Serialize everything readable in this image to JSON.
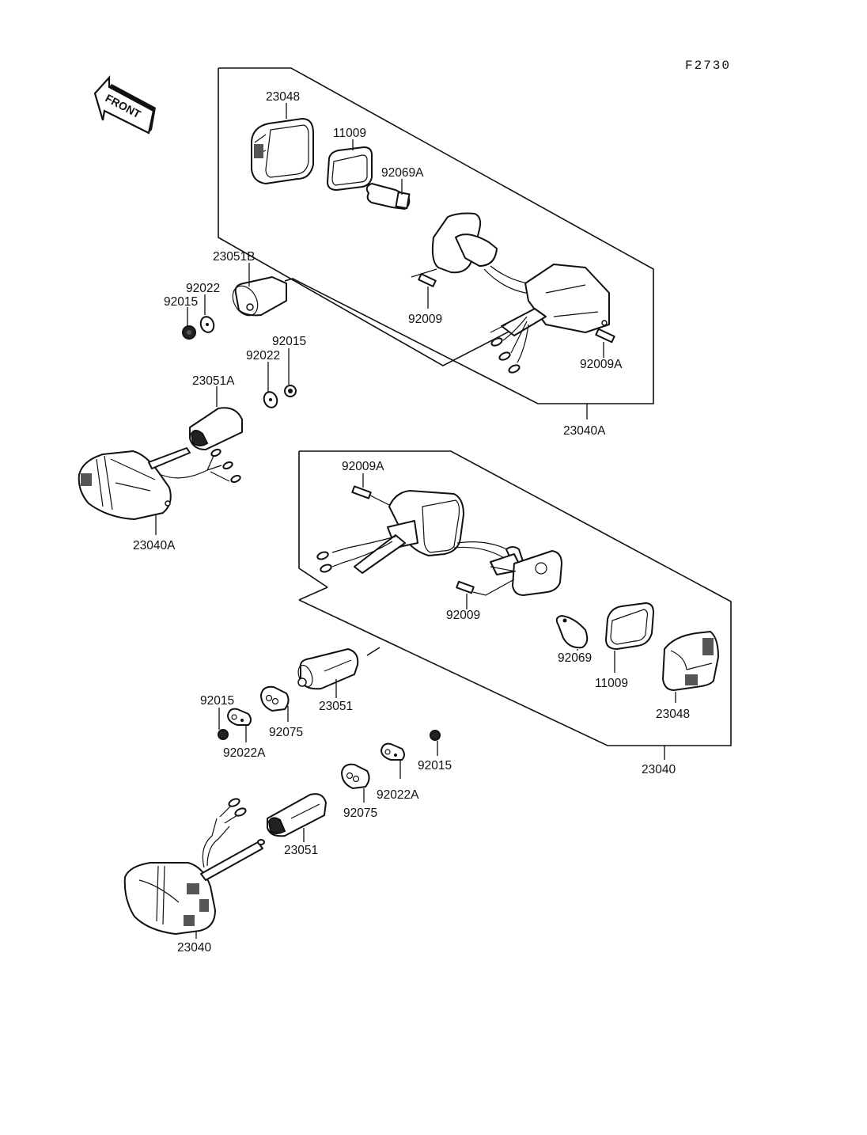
{
  "diagram": {
    "figure_code": "F2730",
    "front_arrow_label": "FRONT",
    "labels": {
      "upper_group": {
        "lens": "23048",
        "gasket": "11009",
        "bulb": "92069A",
        "screw": "92009",
        "screw_a": "92009A",
        "assembly": "23040A"
      },
      "upper_mounts": {
        "rubber_b": "23051B",
        "washer_1": "92022",
        "nut_1": "92015",
        "washer_2": "92022",
        "nut_2": "92015",
        "rubber_a": "23051A",
        "assembly_left": "23040A"
      },
      "lower_group": {
        "screw_a": "92009A",
        "screw": "92009",
        "bulb": "92069",
        "gasket": "11009",
        "lens": "23048",
        "assembly": "23040"
      },
      "lower_mounts": {
        "nut_1": "92015",
        "plate_1": "92022A",
        "grommet_1": "92075",
        "rubber_1": "23051",
        "nut_2": "92015",
        "plate_2": "92022A",
        "grommet_2": "92075",
        "rubber_2": "23051",
        "assembly_left": "23040"
      }
    }
  }
}
